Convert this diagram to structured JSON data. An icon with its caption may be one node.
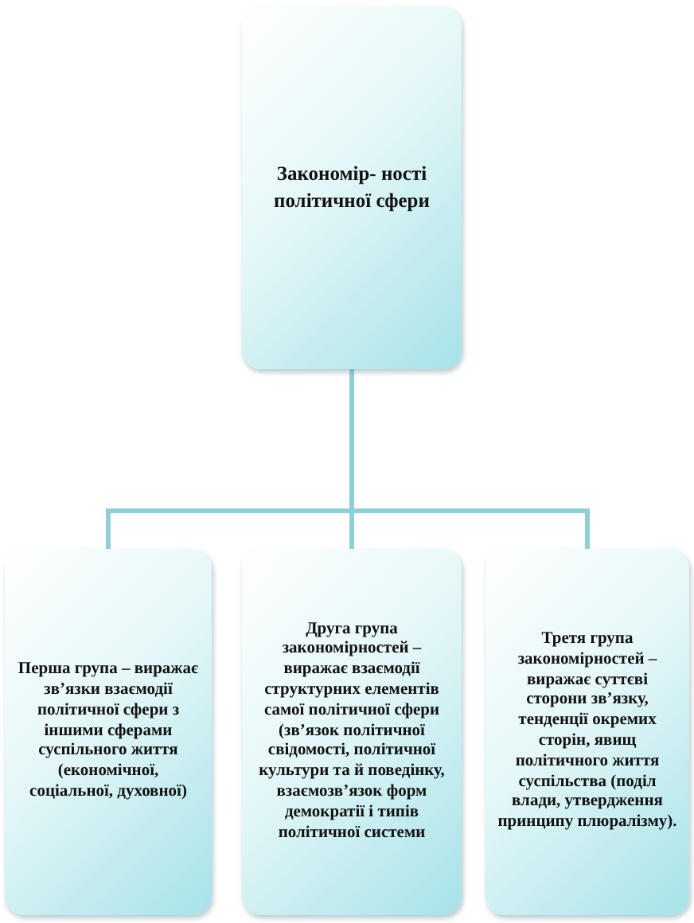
{
  "diagram": {
    "nodes": [
      {
        "text": [
          "Закономір- ності політичної сфери"
        ]
      },
      {
        "text": [
          "Перша група – виражає зв’язки взаємодії політичної сфери з іншими сферами суспільного життя (економічної, соціальної, духовної)"
        ]
      },
      {
        "text": [
          "Друга група закономірностей – виражає взаємодії структурних елементів самої політичної сфери (зв’язок політичної свідомості, політичної культури та й поведінку, взаємозв’язок форм демократії і типів політичної системи"
        ]
      },
      {
        "text": [
          "Третя група закономірностей – виражає суттєві сторони зв’язку, тенденції окремих сторін, явищ політичного життя суспільства (поділ влади, утвердження принципу плюралізму)."
        ]
      }
    ],
    "edges": [
      {
        "from": 0,
        "to": 1,
        "arrow": "none"
      },
      {
        "from": 0,
        "to": 2,
        "arrow": "none"
      },
      {
        "from": 0,
        "to": 3,
        "arrow": "none"
      }
    ]
  }
}
